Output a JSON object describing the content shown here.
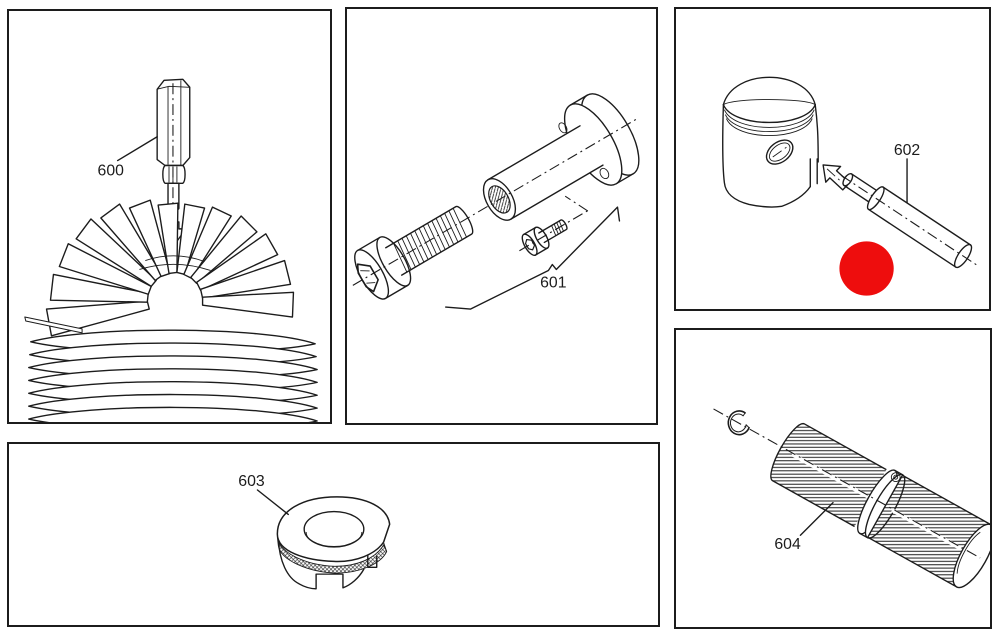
{
  "page": {
    "background": "#ffffff",
    "line_color": "#1c1c1c",
    "marker_color": "#ee0d0d"
  },
  "panels": [
    {
      "id": "cylinder-head",
      "label": "600"
    },
    {
      "id": "screw-and-spacer",
      "label": "601"
    },
    {
      "id": "piston-and-drift",
      "label": "602"
    },
    {
      "id": "plug-cap",
      "label": "603"
    },
    {
      "id": "piston-pin",
      "label": "604"
    }
  ],
  "marker": {
    "shape": "circle",
    "color": "#ee0d0d"
  }
}
